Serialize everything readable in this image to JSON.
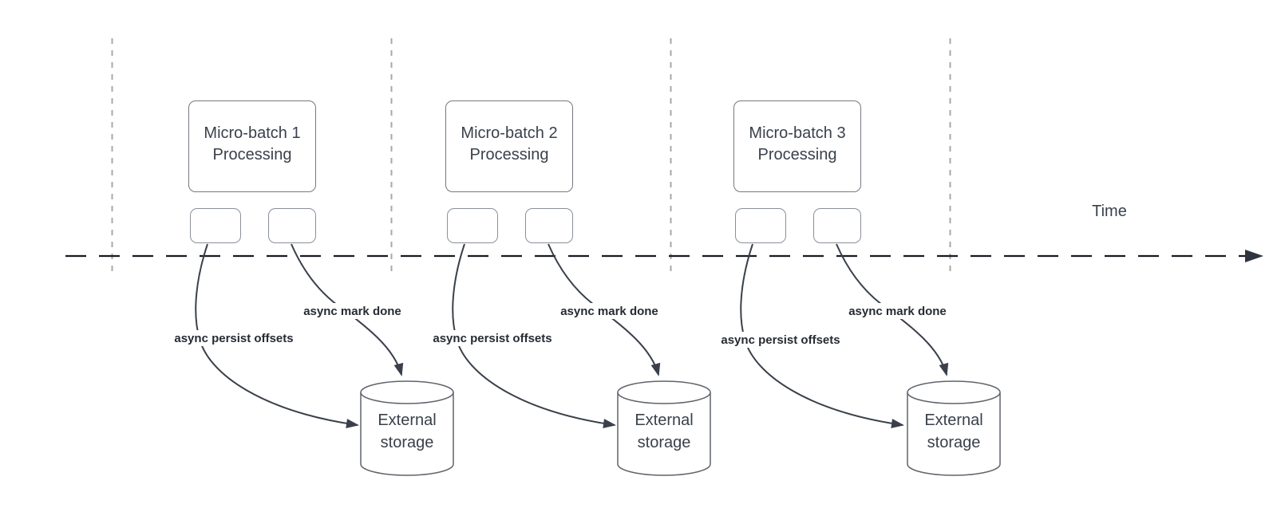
{
  "time_axis": {
    "label": "Time"
  },
  "batches": [
    {
      "title": "Micro-batch 1",
      "subtitle": "Processing",
      "persist_label": "async persist offsets",
      "done_label": "async mark done",
      "storage": {
        "line1": "External",
        "line2": "storage"
      }
    },
    {
      "title": "Micro-batch 2",
      "subtitle": "Processing",
      "persist_label": "async persist offsets",
      "done_label": "async mark done",
      "storage": {
        "line1": "External",
        "line2": "storage"
      }
    },
    {
      "title": "Micro-batch 3",
      "subtitle": "Processing",
      "persist_label": "async persist offsets",
      "done_label": "async mark done",
      "storage": {
        "line1": "External",
        "line2": "storage"
      }
    }
  ],
  "colors": {
    "background": "#ffffff",
    "time_axis": "#181b20",
    "timeline_guides": "#a8a8a8",
    "arrows": "#3a404a",
    "shape_border": "#74797f",
    "small_shape_border": "#8a9099",
    "shape_text": "#3a414b",
    "arrow_label_text": "#262b33"
  }
}
